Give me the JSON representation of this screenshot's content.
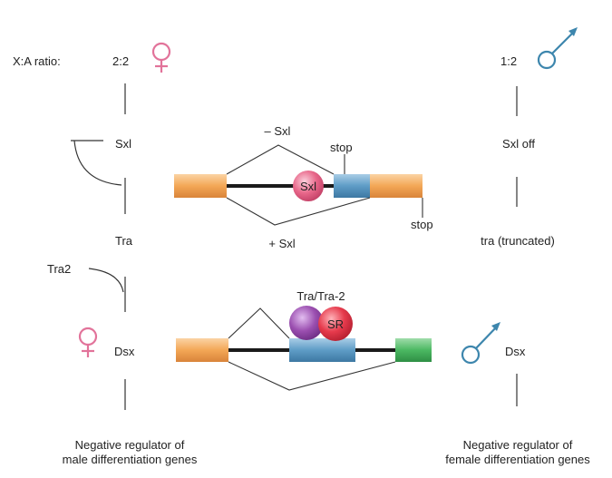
{
  "left": {
    "ratio_label": "X:A ratio:",
    "ratio_value": "2:2",
    "sxl": "Sxl",
    "tra": "Tra",
    "tra2": "Tra2",
    "dsx": "Dsx",
    "footer_line1": "Negative regulator of",
    "footer_line2": "male differentiation genes"
  },
  "right": {
    "ratio_value": "1:2",
    "sxl_off": "Sxl off",
    "tra_truncated": "tra (truncated)",
    "dsx": "Dsx",
    "footer_line1": "Negative regulator of",
    "footer_line2": "female differentiation genes"
  },
  "top_splice": {
    "minus_sxl": "– Sxl",
    "plus_sxl": "+ Sxl",
    "stop_top": "stop",
    "stop_bottom": "stop",
    "sxl_protein": "Sxl"
  },
  "bottom_splice": {
    "complex_label": "Tra/Tra-2",
    "sr_protein": "SR"
  },
  "colors": {
    "female_symbol": "#e2739a",
    "male_symbol": "#3d86ad",
    "exon_orange": "#f3a756",
    "exon_blue": "#5e9cc6",
    "exon_green": "#4bb862",
    "intron": "#1a1a1a",
    "sxl_protein": "#e8678a",
    "tra_protein": "#9b4fb0",
    "sr_protein": "#e63a4c"
  }
}
